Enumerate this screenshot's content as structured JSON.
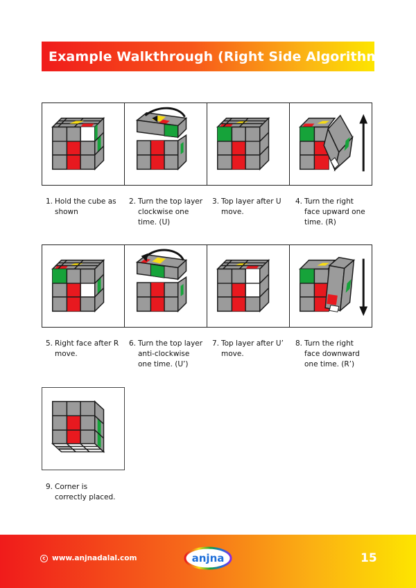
{
  "title": "Example Walkthrough (Right Side Algorithm)",
  "steps": [
    {
      "num": "1.",
      "text": "Hold the cube as shown"
    },
    {
      "num": "2.",
      "text": "Turn the top layer clockwise one time. (U)"
    },
    {
      "num": "3.",
      "text": "Top layer after U move."
    },
    {
      "num": "4.",
      "text": "Turn the right face upward one time. (R)"
    },
    {
      "num": "5.",
      "text": "Right face after R move."
    },
    {
      "num": "6.",
      "text": "Turn the top layer anti-clockwise one time. (U’)"
    },
    {
      "num": "7.",
      "text": "Top layer after U’ move."
    },
    {
      "num": "8.",
      "text": "Turn the right face downward one time. (R’)"
    },
    {
      "num": "9.",
      "text": "Corner is correctly placed."
    }
  ],
  "footer": {
    "copyright_symbol": "c",
    "website": "www.anjnadalal.com",
    "logo_text": "anjna",
    "page_number": "15"
  },
  "colors": {
    "grey": "#9b9b9b",
    "red": "#e8191f",
    "green": "#16a33a",
    "yellow": "#f7dc14",
    "white": "#ffffff",
    "outline": "#1a1a1a"
  },
  "icons": [
    "cube-icon",
    "rotate-arrow-icon",
    "up-arrow-icon",
    "down-arrow-icon",
    "copyright-icon",
    "logo-icon"
  ]
}
